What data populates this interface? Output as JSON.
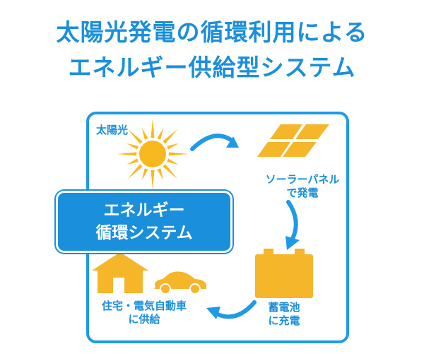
{
  "title": {
    "line1": "太陽光発電の循環利用による",
    "line2": "エネルギー供給型システム"
  },
  "diagram": {
    "sun_label": "太陽光",
    "panel_label_line1": "ソーラーパネル",
    "panel_label_line2": "で発電",
    "battery_label_line1": "蓄電池",
    "battery_label_line2": "に充電",
    "home_label_line1": "住宅・電気自動車",
    "home_label_line2": "に供給",
    "center_line1": "エネルギー",
    "center_line2": "循環システム"
  },
  "colors": {
    "accent_blue": "#1a8fdc",
    "icon_yellow": "#f6b62a",
    "sun_yellow": "#f7b91f"
  },
  "icons": [
    "sun-icon",
    "solar-panel-icon",
    "battery-icon",
    "house-icon",
    "car-icon",
    "arrow-icon"
  ]
}
